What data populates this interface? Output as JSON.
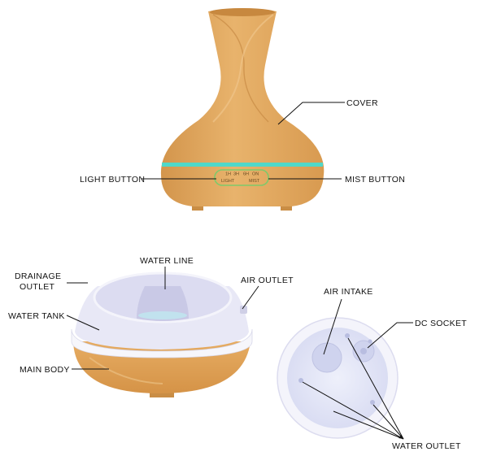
{
  "labels": {
    "cover": "COVER",
    "light_button": "LIGHT BUTTON",
    "mist_button": "MIST BUTTON",
    "water_line": "WATER LINE",
    "drainage_outlet_1": "DRAINAGE",
    "drainage_outlet_2": "OUTLET",
    "air_outlet": "AIR OUTLET",
    "water_tank": "WATER TANK",
    "main_body": "MAIN BODY",
    "air_intake": "AIR INTAKE",
    "dc_socket": "DC SOCKET",
    "water_outlet": "WATER OUTLET"
  },
  "control_panel": {
    "timers": [
      "1H",
      "3H",
      "6H",
      "ON"
    ],
    "light": "LIGHT",
    "mist": "MIST"
  },
  "colors": {
    "wood": "#e0a55c",
    "wood_light": "#ecc287",
    "wood_dark": "#c98d45",
    "led": "#4fd8c9",
    "button_ring": "#7fc96a",
    "tank": "#e9e9f7",
    "tank_shade": "#d2d2ec"
  }
}
